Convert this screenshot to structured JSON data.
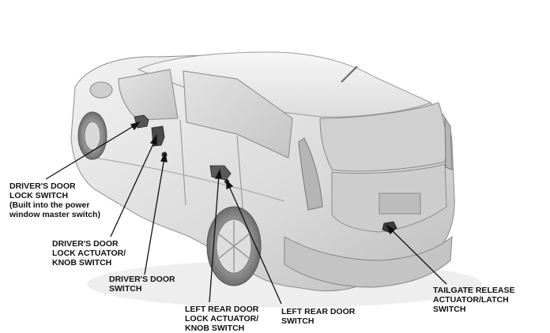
{
  "callouts": {
    "drivers_door_lock_switch": {
      "line1": "DRIVER'S DOOR",
      "line2": "LOCK SWITCH",
      "line3": "(Built into the power",
      "line4": "window master switch)"
    },
    "drivers_door_lock_actuator": {
      "line1": "DRIVER'S DOOR",
      "line2": "LOCK ACTUATOR/",
      "line3": "KNOB SWITCH"
    },
    "drivers_door_switch": {
      "line1": "DRIVER'S DOOR",
      "line2": "SWITCH"
    },
    "left_rear_door_lock_actuator": {
      "line1": "LEFT REAR DOOR",
      "line2": "LOCK ACTUATOR/",
      "line3": "KNOB SWITCH"
    },
    "left_rear_door_switch": {
      "line1": "LEFT REAR DOOR",
      "line2": "SWITCH"
    },
    "tailgate_release": {
      "line1": "TAILGATE RELEASE",
      "line2": "ACTUATOR/LATCH",
      "line3": "SWITCH"
    }
  }
}
